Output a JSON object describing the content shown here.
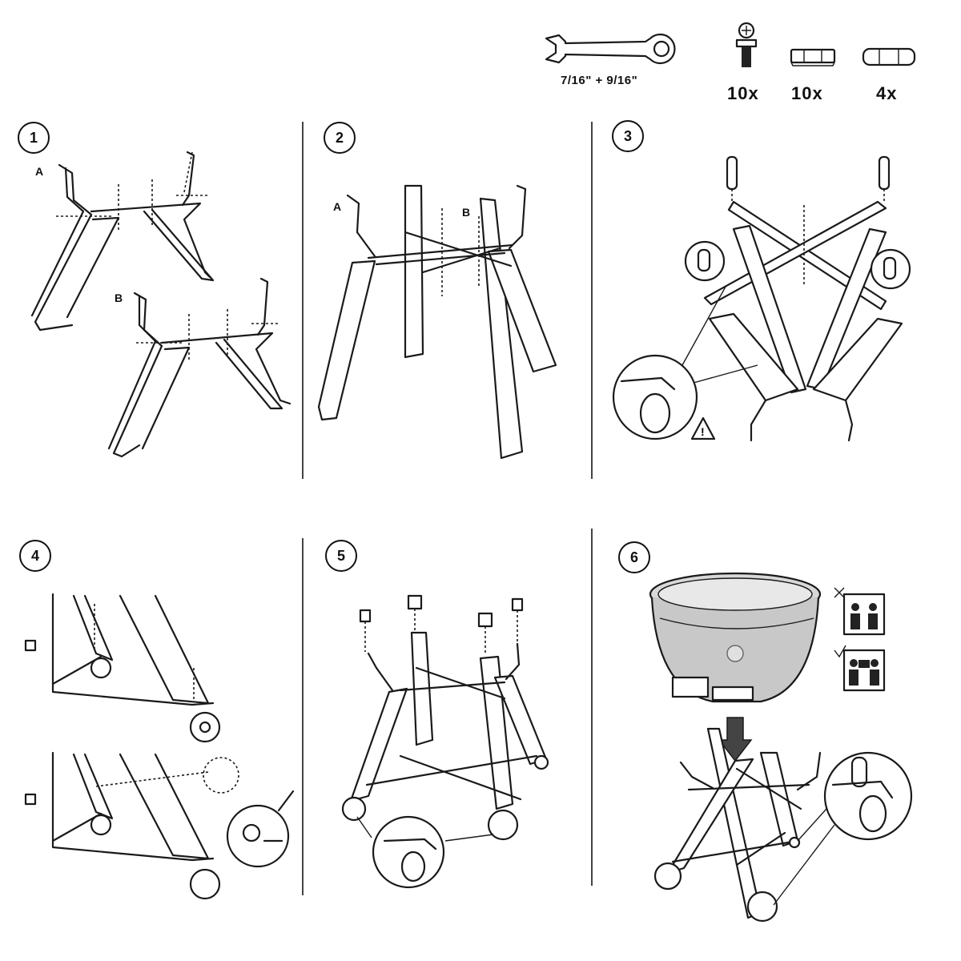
{
  "tools": {
    "wrench_label": "7/16\" + 9/16\"",
    "hardware": [
      {
        "icon": "bolt-icon",
        "qty": "10x"
      },
      {
        "icon": "washer-icon",
        "qty": "10x"
      },
      {
        "icon": "nut-icon",
        "qty": "4x"
      }
    ]
  },
  "steps": [
    {
      "number": "1",
      "labels": [
        "A",
        "B"
      ]
    },
    {
      "number": "2",
      "labels": [
        "A",
        "B"
      ]
    },
    {
      "number": "3",
      "labels": []
    },
    {
      "number": "4",
      "labels": []
    },
    {
      "number": "5",
      "labels": []
    },
    {
      "number": "6",
      "labels": []
    }
  ]
}
